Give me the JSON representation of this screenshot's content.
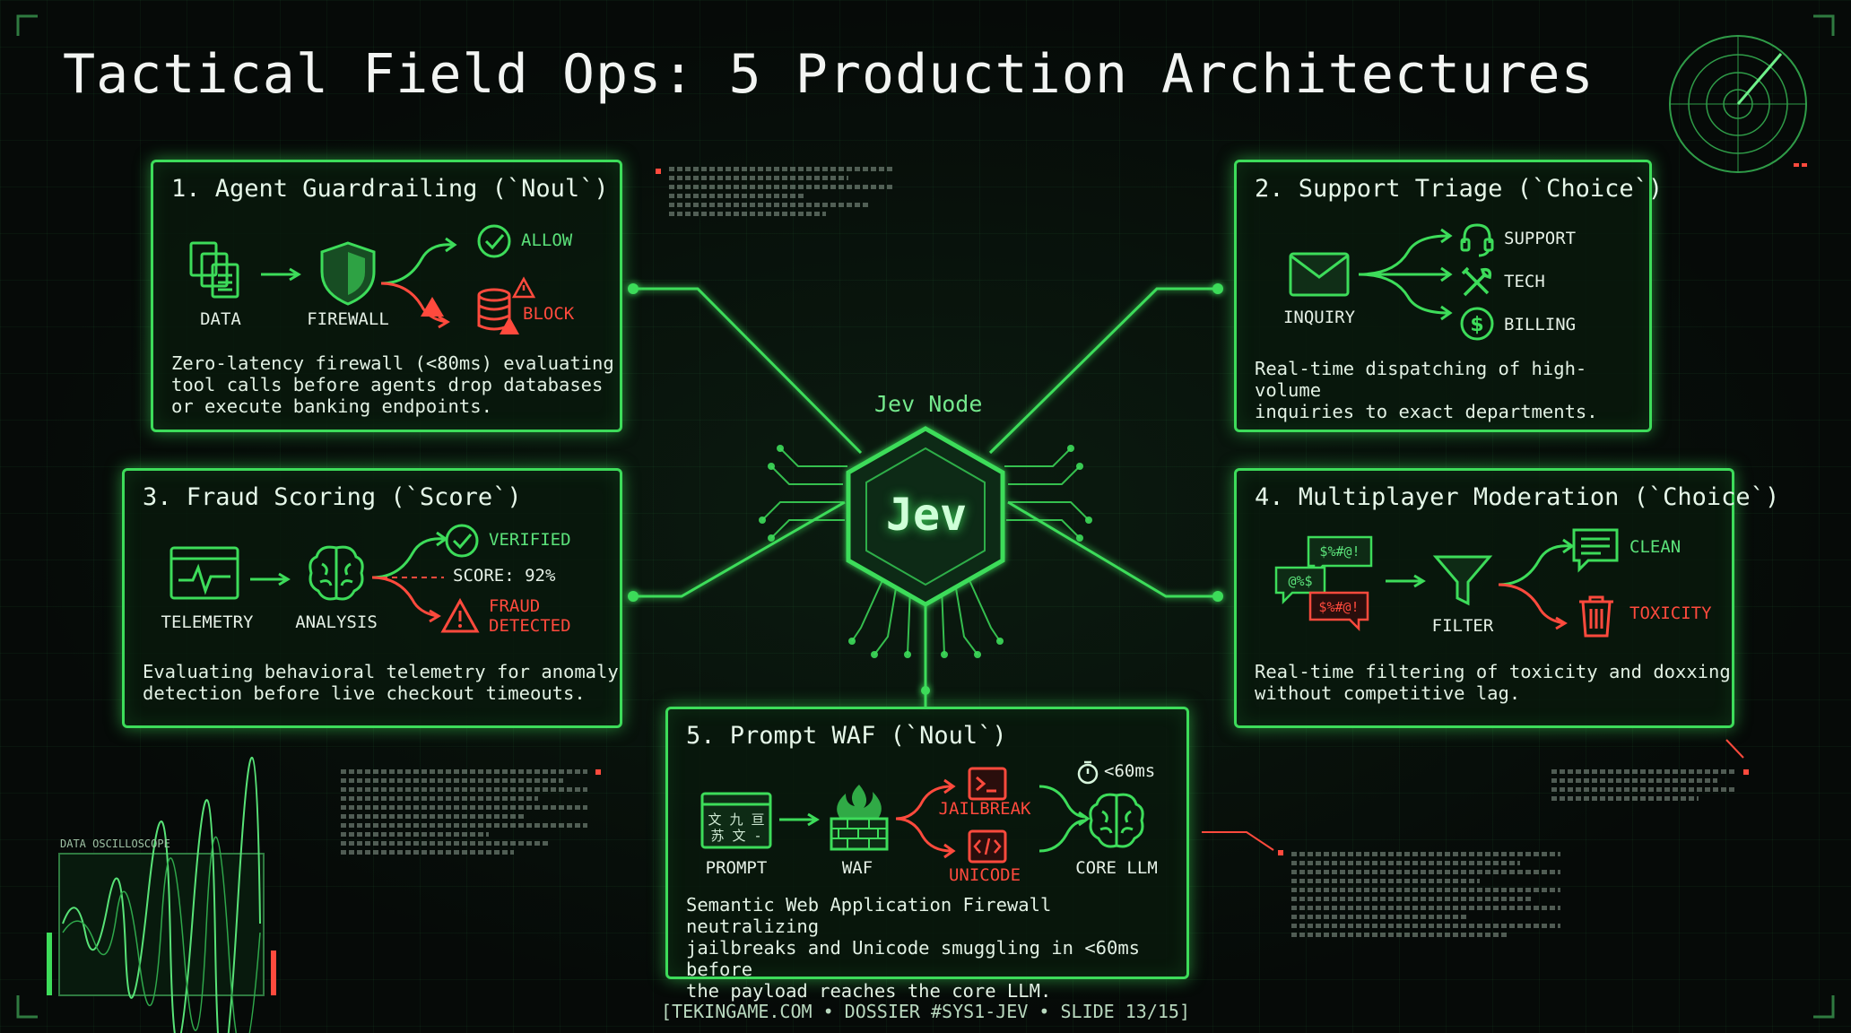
{
  "title": "Tactical Field Ops: 5 Production Architectures",
  "center": {
    "label": "Jev Node",
    "text": "Jev"
  },
  "cards": [
    {
      "title": "1. Agent Guardrailing (`Noul`)",
      "labels": {
        "data": "DATA",
        "firewall": "FIREWALL",
        "allow": "ALLOW",
        "block": "BLOCK"
      },
      "description": "Zero-latency firewall (<80ms) evaluating\ntool calls before agents drop databases\nor execute banking endpoints."
    },
    {
      "title": "2. Support Triage (`Choice`)",
      "labels": {
        "inquiry": "INQUIRY",
        "support": "SUPPORT",
        "tech": "TECH",
        "billing": "BILLING"
      },
      "description": "Real-time dispatching of high-volume\ninquiries to exact departments."
    },
    {
      "title": "3. Fraud Scoring (`Score`)",
      "labels": {
        "telemetry": "TELEMETRY",
        "analysis": "ANALYSIS",
        "verified": "VERIFIED",
        "score": "SCORE: 92%",
        "fraud1": "FRAUD",
        "fraud2": "DETECTED"
      },
      "description": "Evaluating behavioral telemetry for anomaly\ndetection before live checkout timeouts."
    },
    {
      "title": "4. Multiplayer Moderation (`Choice`)",
      "labels": {
        "filter": "FILTER",
        "clean": "CLEAN",
        "toxicity": "TOXICITY",
        "bubble1": "$%#@!",
        "bubble2": "@%$",
        "bubble3": "$%#@!"
      },
      "description": "Real-time filtering of toxicity and doxxing\nwithout competitive lag."
    },
    {
      "title": "5. Prompt WAF (`Noul`)",
      "labels": {
        "prompt": "PROMPT",
        "prompt_glyphs1": "文 九 亘",
        "prompt_glyphs2": "苏 文 -",
        "waf": "WAF",
        "jailbreak": "JAILBREAK",
        "unicode": "UNICODE",
        "latency": "<60ms",
        "core": "CORE LLM"
      },
      "description": "Semantic Web Application Firewall neutralizing\njailbreaks and Unicode smuggling in <60ms before\nthe payload reaches the core LLM."
    }
  ],
  "oscilloscope": {
    "title": "DATA OSCILLOSCOPE"
  },
  "footer": "[TEKINGAME.COM • DOSSIER #SYS1-JEV • SLIDE 13/15]",
  "colors": {
    "accent": "#3ddc5a",
    "alert": "#ff4a3d",
    "background": "#060a08"
  }
}
